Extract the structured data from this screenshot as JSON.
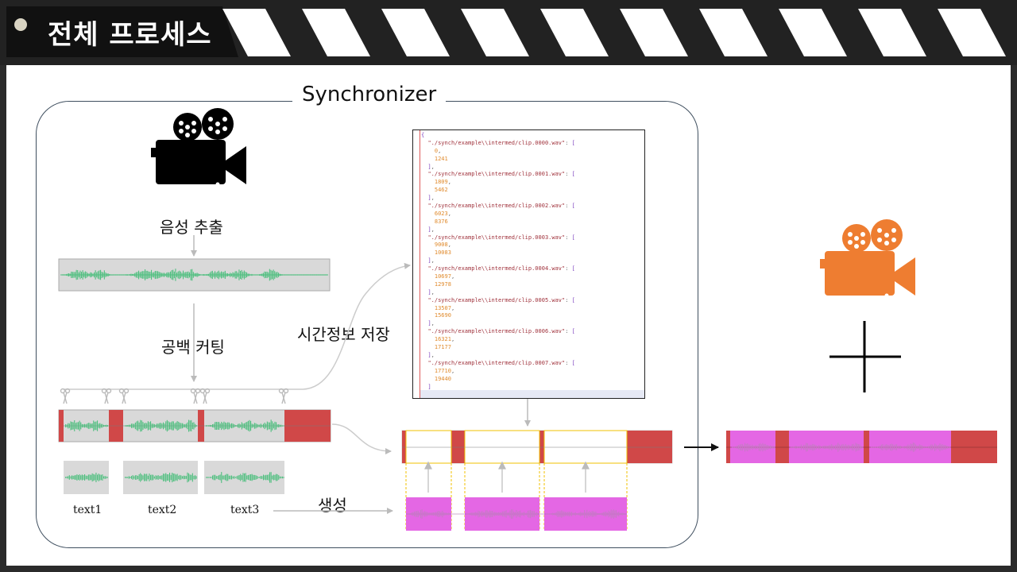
{
  "header": {
    "title": "전체 프로세스"
  },
  "diagram": {
    "frame_title": "Synchronizer",
    "labels": {
      "extract_audio": "음성 추출",
      "silence_cut": "공백 커팅",
      "save_timing": "시간정보 저장",
      "generate": "생성"
    },
    "segments": [
      "text1",
      "text2",
      "text3"
    ],
    "plus_symbol": "+"
  },
  "json_view": {
    "entries": [
      {
        "key": "\"./synch/example\\\\intermed/clip.0000.wav\"",
        "values": [
          "0",
          "1241"
        ]
      },
      {
        "key": "\"./synch/example\\\\intermed/clip.0001.wav\"",
        "values": [
          "1809",
          "5462"
        ]
      },
      {
        "key": "\"./synch/example\\\\intermed/clip.0002.wav\"",
        "values": [
          "6023",
          "8376"
        ]
      },
      {
        "key": "\"./synch/example\\\\intermed/clip.0003.wav\"",
        "values": [
          "9008",
          "10083"
        ]
      },
      {
        "key": "\"./synch/example\\\\intermed/clip.0004.wav\"",
        "values": [
          "10697",
          "12978"
        ]
      },
      {
        "key": "\"./synch/example\\\\intermed/clip.0005.wav\"",
        "values": [
          "13507",
          "15690"
        ]
      },
      {
        "key": "\"./synch/example\\\\intermed/clip.0006.wav\"",
        "values": [
          "16321",
          "17177"
        ]
      },
      {
        "key": "\"./synch/example\\\\intermed/clip.0007.wav\"",
        "values": [
          "17710",
          "19440"
        ]
      }
    ]
  },
  "colors": {
    "waveform": "#4fbf7f",
    "waveform_bg": "#d9d9d9",
    "silence": "#d04848",
    "generated": "#e467e4",
    "generated_wave": "#c77ac7",
    "highlight": "#f2c200",
    "camera_output": "#ee7d31",
    "camera_input": "#000000"
  }
}
